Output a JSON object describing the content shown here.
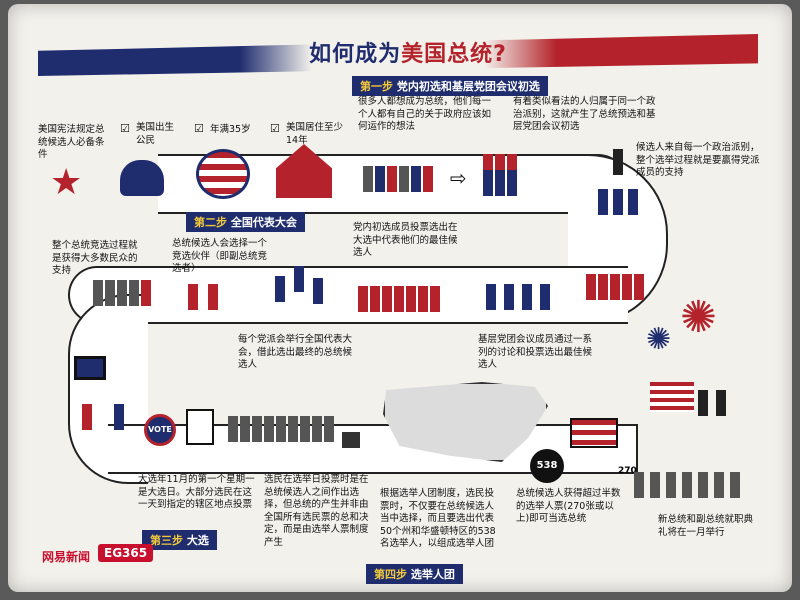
{
  "title": {
    "main": "如何成为",
    "highlight": "美国总统?"
  },
  "requirements": {
    "intro": "美国宪法规定总统候选人必备条件",
    "items": [
      "美国出生公民",
      "年满35岁",
      "美国居住至少14年"
    ]
  },
  "steps": [
    {
      "num": "第一步",
      "name": "党内初选和基层党团会议初选"
    },
    {
      "num": "第二步",
      "name": "全国代表大会"
    },
    {
      "num": "第三步",
      "name": "大选"
    },
    {
      "num": "第四步",
      "name": "选举人团"
    }
  ],
  "texts": {
    "many_want": "很多人都想成为总统，他们每一个人都有自己的关于政府应该如何运作的想法",
    "like_minded": "有着类似看法的人归属于同一个政治派别，这就产生了总统预选和基层党团会议初选",
    "candidates_from": "候选人来自每一个政治派别，整个选举过程就是要赢得党派成员的支持",
    "primary_choose": "党内初选成员投票选出在大选中代表他们的最佳候选人",
    "caucus": "基层党团会议成员通过一系列的讨论和投票选出最佳候选人",
    "convention": "每个党派会举行全国代表大会，借此选出最终的总统候选人",
    "running_mate": "总统候选人会选择一个竞选伙伴（即副总统竞选者）",
    "whole_process": "整个总统竞选过程就是获得大多数民众的支持",
    "election_day": "大选年11月的第一个星期一是大选日。大部分选民在这一天到指定的辖区地点投票",
    "voters_choose": "选民在选举日投票时是在总统候选人之间作出选择，但总统的产生并非由全国所有选民票的总和决定，而是由选举人票制度产生",
    "electoral_college": "根据选举人团制度，选民投票时，不仅要在总统候选人当中选择，而且要选出代表50个州和华盛顿特区的538名选举人，以组成选举人团",
    "win_270": "总统候选人获得超过半数的选举人票(270张或以上)即可当选总统",
    "inauguration": "新总统和副总统就职典礼将在一月举行"
  },
  "vote_label": "VOTE",
  "electoral_total": "538",
  "electoral_needed": "270",
  "logos": {
    "netease": "网易新闻",
    "eg": "EG365"
  },
  "colors": {
    "navy": "#1f2d6e",
    "red": "#b4232b",
    "gold": "#f2c83a"
  }
}
